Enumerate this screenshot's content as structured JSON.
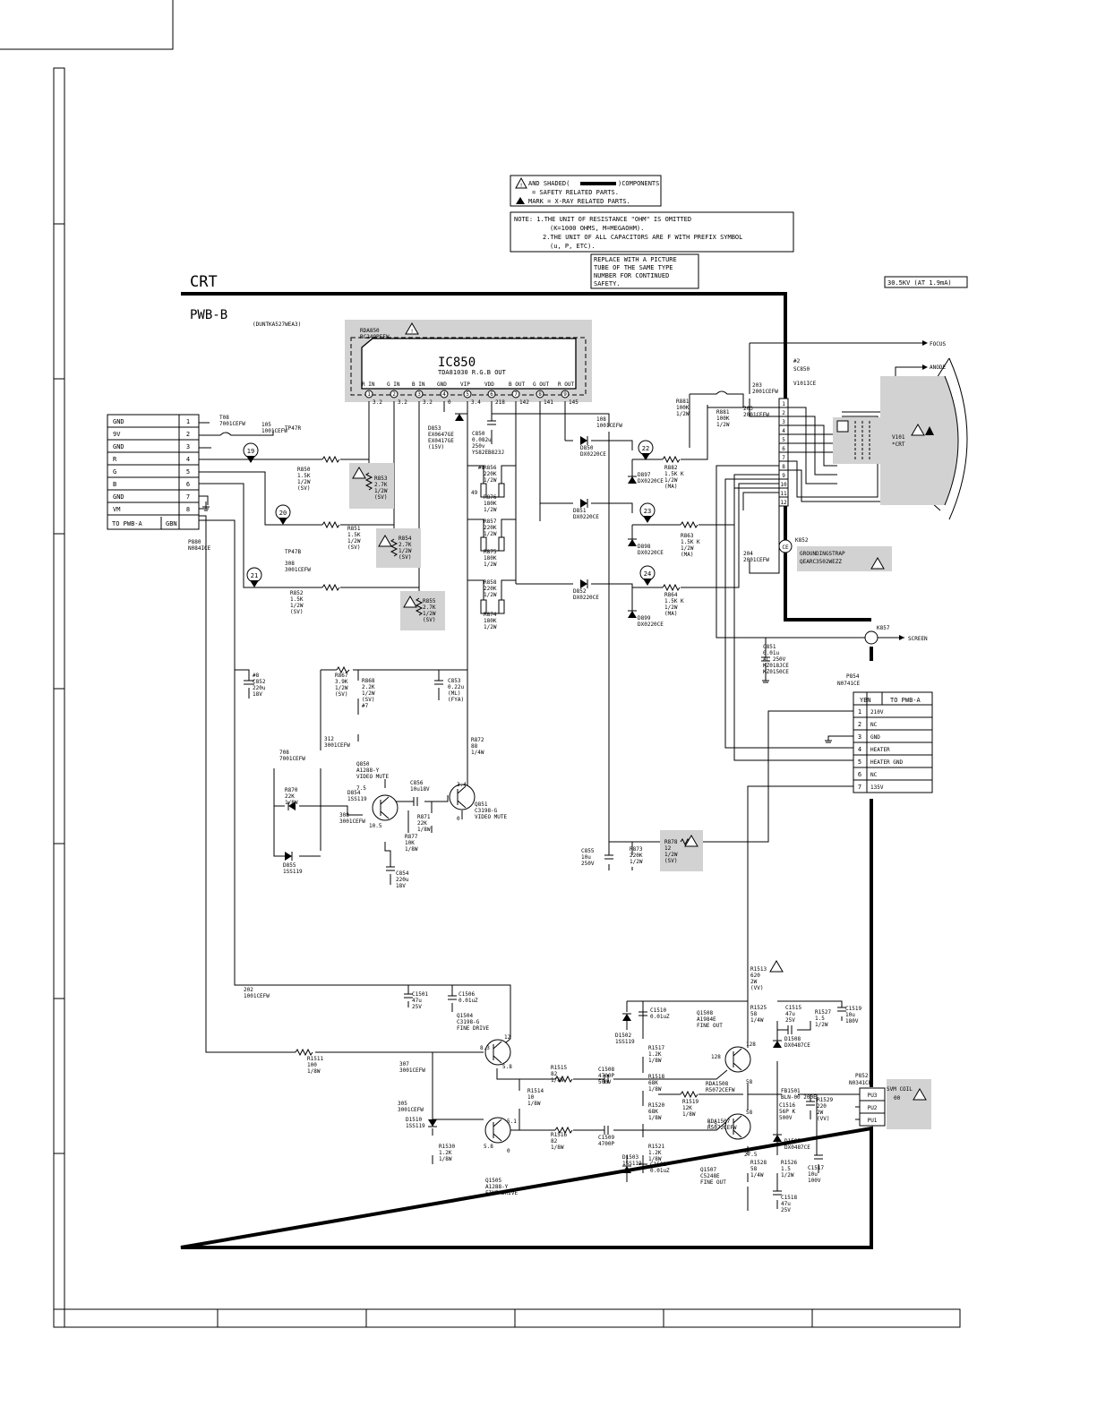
{
  "notes": {
    "safety": [
      "AND SHADED(",
      ")COMPONENTS",
      "= SAFETY RELATED PARTS.",
      "MARK = X-RAY RELATED PARTS."
    ],
    "units": [
      "NOTE: 1.THE UNIT OF RESISTANCE \"OHM\" IS OMITTED",
      "(K=1000 OHMS, M=MEGAOHM).",
      "2.THE UNIT OF ALL CAPACITORS ARE F WITH PREFIX SYMBOL",
      "(u, P, ETC)."
    ],
    "replace": [
      "REPLACE WITH A PICTURE",
      "TUBE OF THE SAME TYPE",
      "NUMBER FOR CONTINUED",
      "SAFETY."
    ],
    "voltage": "30.5KV (AT 1.9mA)"
  },
  "titles": {
    "crt": "CRT",
    "pwb": "PWB-B",
    "pwb_code": "(DUNTKA527WEA3)"
  },
  "ic": {
    "refs": [
      "RDA850",
      "RC249PEFW"
    ],
    "name": "IC850",
    "desc": "TDA81030 R.G.B OUT",
    "pins": [
      {
        "label": "R IN",
        "num": "1",
        "volt": "3.2"
      },
      {
        "label": "G IN",
        "num": "2",
        "volt": "3.2"
      },
      {
        "label": "B IN",
        "num": "3",
        "volt": "3.2"
      },
      {
        "label": "GND",
        "num": "4",
        "volt": "0"
      },
      {
        "label": "VIP",
        "num": "5",
        "volt": "3.4"
      },
      {
        "label": "VDD",
        "num": "6",
        "volt": "218"
      },
      {
        "label": "B OUT",
        "num": "7",
        "volt": "142"
      },
      {
        "label": "G OUT",
        "num": "8",
        "volt": "141"
      },
      {
        "label": "R OUT",
        "num": "9",
        "volt": "145"
      }
    ]
  },
  "connector_left": {
    "rows": [
      {
        "name": "GND",
        "num": "1"
      },
      {
        "name": "9V",
        "num": "2"
      },
      {
        "name": "GND",
        "num": "3"
      },
      {
        "name": "R",
        "num": "4"
      },
      {
        "name": "G",
        "num": "5"
      },
      {
        "name": "B",
        "num": "6"
      },
      {
        "name": "GND",
        "num": "7"
      },
      {
        "name": "VM",
        "num": "8"
      }
    ],
    "footer": [
      "TO PWB-A",
      "GBN"
    ],
    "ref": [
      "P880",
      "N084ICE"
    ]
  },
  "connector_right": {
    "header": [
      "YBN",
      "TO PWB-A"
    ],
    "rows": [
      {
        "num": "1",
        "name": "210V"
      },
      {
        "num": "2",
        "name": "NC"
      },
      {
        "num": "3",
        "name": "GND"
      },
      {
        "num": "4",
        "name": "HEATER"
      },
      {
        "num": "5",
        "name": "HEATER GND"
      },
      {
        "num": "6",
        "name": "NC"
      },
      {
        "num": "7",
        "name": "135V"
      }
    ],
    "ref": [
      "P854",
      "N0741CE"
    ]
  },
  "socket": {
    "ref": [
      "SC850",
      "V101ICE"
    ],
    "pins": [
      "1",
      "2",
      "3",
      "4",
      "5",
      "6",
      "7",
      "8",
      "9",
      "10",
      "11",
      "12"
    ],
    "mark": "#2"
  },
  "crt": {
    "ref": [
      "V101",
      "*CRT"
    ],
    "focus": "FOCUS",
    "anode": "ANODE",
    "screen": "SCREEN",
    "k857": "K857"
  },
  "grounding": {
    "ref": "K852",
    "lines": [
      "GROUNDINGSTRAP",
      "QEARC3502WEZZ"
    ],
    "tag": "CE"
  },
  "test_points": [
    "19",
    "20",
    "21",
    "22",
    "23",
    "24"
  ],
  "yoke": {
    "ref": [
      "P852",
      "N0341CE"
    ],
    "pins": [
      "PU3",
      "PU2",
      "PU1"
    ],
    "label": "SVM COIL",
    "mark": "00"
  },
  "components": {
    "top": [
      [
        "T08",
        "7001CEFW"
      ],
      [
        "105",
        "1001CEFW"
      ],
      [
        "TP47R"
      ],
      [
        "R850",
        "1.5K",
        "1/2W",
        "(SV)"
      ],
      [
        "R853",
        "2.7K",
        "1/2W",
        "(SV)"
      ],
      [
        "D853",
        "EX0647GE",
        "EX0417GE",
        "(15V)"
      ],
      [
        "C850",
        "0.082u",
        "250v",
        "YS82EB823J"
      ],
      [
        "108",
        "1001CEFW"
      ],
      [
        "D850",
        "DX0220CE"
      ],
      [
        "D897",
        "DX0220CE"
      ],
      [
        "R882",
        "1.5K K",
        "1/2W",
        "(MA)"
      ],
      [
        "R881",
        "100K",
        "1/2W"
      ],
      [
        "R881",
        "100K",
        "1/2W"
      ],
      [
        "203",
        "2001CEFW"
      ],
      [
        "203",
        "2001CEFW"
      ]
    ],
    "mid": [
      [
        "R856",
        "220K",
        "1/2W"
      ],
      [
        "R876",
        "180K",
        "1/2W"
      ],
      [
        "R857",
        "220K",
        "1/2W"
      ],
      [
        "R875",
        "180K",
        "1/2W"
      ],
      [
        "R858",
        "220K",
        "1/2W"
      ],
      [
        "R874",
        "180K",
        "1/2W"
      ],
      [
        "R851",
        "1.5K",
        "1/2W",
        "(SV)"
      ],
      [
        "R854",
        "2.7K",
        "1/2W",
        "(SV)"
      ],
      [
        "R852",
        "1.5K",
        "1/2W",
        "(SV)"
      ],
      [
        "R855",
        "2.7K",
        "1/2W",
        "(SV)"
      ],
      [
        "308",
        "3001CEFW"
      ],
      [
        "TP47B"
      ],
      [
        "D851",
        "DX0220CE"
      ],
      [
        "D852",
        "DX0220CE"
      ],
      [
        "D898",
        "DX0220CE"
      ],
      [
        "D899",
        "DX0220CE"
      ],
      [
        "R863",
        "1.5K K",
        "1/2W",
        "(MA)"
      ],
      [
        "R864",
        "1.5K K",
        "1/2W",
        "(MA)"
      ],
      [
        "204",
        "2001CEFW"
      ],
      [
        "C851",
        "0.01u",
        "AC 250V",
        "KZ018JCE",
        "KZ0150CE"
      ],
      [
        "#8"
      ],
      [
        "49"
      ]
    ],
    "mute": [
      [
        "#8",
        "C852",
        "220u",
        "18V"
      ],
      [
        "R867",
        "3.9K",
        "1/2W",
        "(SV)"
      ],
      [
        "R868",
        "2.2K",
        "1/2W",
        "(SV)",
        "#7"
      ],
      [
        "312",
        "3001CEFW"
      ],
      [
        "C853",
        "0.22u",
        "(ML)",
        "(FYA)"
      ],
      [
        "R872",
        "88",
        "1/4W"
      ],
      [
        "708",
        "7001CEFW"
      ],
      [
        "Q850",
        "A1288-Y",
        "VIDEO MUTE"
      ],
      [
        "C856",
        "10u18V"
      ],
      [
        "Q851",
        "C3198-G",
        "VIDEO MUTE"
      ],
      [
        "R870",
        "22K",
        "1/8W"
      ],
      [
        "D854",
        "1SS119"
      ],
      [
        "308",
        "3001CEFW"
      ],
      [
        "R871",
        "22K",
        "1/8W"
      ],
      [
        "R877",
        "10K",
        "1/8W"
      ],
      [
        "C854",
        "220u",
        "18V"
      ],
      [
        "D855",
        "1SS119"
      ],
      [
        "7.5"
      ],
      [
        "10.5"
      ],
      [
        "3.4"
      ],
      [
        "0"
      ],
      [
        "C855",
        "10u",
        "250V"
      ],
      [
        "R873",
        "220K",
        "1/2W"
      ],
      [
        "R878",
        "12",
        "1/2W",
        "(SV)"
      ]
    ],
    "fine": [
      [
        "202",
        "1001CEFW"
      ],
      [
        "C1501",
        "47u",
        "25V"
      ],
      [
        "C1506",
        "0.01uZ"
      ],
      [
        "Q1504",
        "C3198-G",
        "FINE DRIVE"
      ],
      [
        "R1511",
        "100",
        "1/8W"
      ],
      [
        "307",
        "3001CEFW"
      ],
      [
        "305",
        "3001CEFW"
      ],
      [
        "D1510",
        "1SS119"
      ],
      [
        "R1530",
        "1.2K",
        "1/8W"
      ],
      [
        "Q1505",
        "A1288-Y",
        "FINE DRIVE"
      ],
      [
        "R1514",
        "10",
        "1/8W"
      ],
      [
        "R1515",
        "82",
        "1/8W"
      ],
      [
        "R1516",
        "82",
        "1/8W"
      ],
      [
        "C1508",
        "4700P",
        "500V"
      ],
      [
        "C1509",
        "4700P"
      ],
      [
        "D1502",
        "1SS119"
      ],
      [
        "C1510",
        "0.01uZ"
      ],
      [
        "R1517",
        "1.2K",
        "1/8W"
      ],
      [
        "R1518",
        "68K",
        "1/8W"
      ],
      [
        "R1520",
        "68K",
        "1/8W"
      ],
      [
        "R1521",
        "1.2K",
        "1/8W"
      ],
      [
        "D1503",
        "1SS119"
      ],
      [
        "C1511",
        "0.01uZ"
      ],
      [
        "Q1508",
        "A1984E",
        "FINE OUT"
      ],
      [
        "RDA1508",
        "R5072CEFW"
      ],
      [
        "R1519",
        "12K",
        "1/8W"
      ],
      [
        "RDA1507",
        "R5072CEFW"
      ],
      [
        "Q1507",
        "C5248E",
        "FINE OUT"
      ],
      [
        "R1513",
        "620",
        "2W",
        "(VV)"
      ],
      [
        "R1525",
        "58",
        "1/4W"
      ],
      [
        "C1515",
        "47u",
        "25V"
      ],
      [
        "R1527",
        "1.5",
        "1/2W"
      ],
      [
        "C1519",
        "10u",
        "180V"
      ],
      [
        "D1508",
        "DX0487CE"
      ],
      [
        "FB1501",
        "BLN-00 200E"
      ],
      [
        "C1516",
        "56P K",
        "500V"
      ],
      [
        "R1529",
        "220",
        "2W",
        "(VV)"
      ],
      [
        "D1507",
        "DX0487CE"
      ],
      [
        "R1528",
        "58",
        "1/4W"
      ],
      [
        "R1526",
        "1.5",
        "1/2W"
      ],
      [
        "C1517",
        "10u",
        "100V"
      ],
      [
        "C1518",
        "47u",
        "25V"
      ],
      [
        "8.3"
      ],
      [
        "12"
      ],
      [
        "5.8"
      ],
      [
        "5.1"
      ],
      [
        "5.8"
      ],
      [
        "0"
      ],
      [
        "128"
      ],
      [
        "128"
      ],
      [
        "58"
      ],
      [
        "1.5"
      ],
      [
        "58"
      ],
      [
        "27.5"
      ]
    ]
  }
}
